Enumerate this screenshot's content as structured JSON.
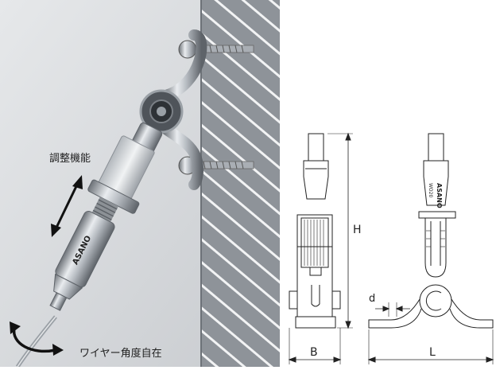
{
  "photo": {
    "labels": {
      "adjust": "調整機能",
      "angle": "ワイヤー角度自在"
    },
    "brand": "ASANO"
  },
  "drawing": {
    "dims": {
      "height": "H",
      "base": "B",
      "length": "L",
      "diameter": "d"
    },
    "brand": "ASANO",
    "model": "WO20"
  },
  "colors": {
    "backdrop": "#d6d9dc",
    "hatch_wall": "#8f949a",
    "metal": "#b9bec4",
    "line": "#222222"
  }
}
